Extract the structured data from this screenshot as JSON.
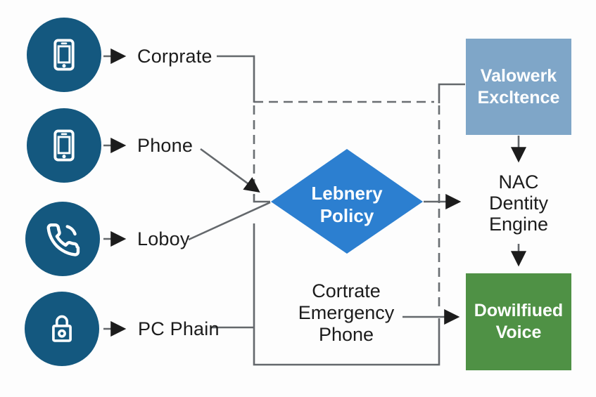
{
  "diagram_title": "",
  "colors": {
    "source_circle": "#14587f",
    "policy_diamond": "#2c7fd0",
    "valowerk_box": "#7fa6c8",
    "voice_box": "#4f9145",
    "connector_gray": "#64686c",
    "dashed_gray": "#6a6e72",
    "arrowhead_black": "#1c1c1c",
    "text_dark": "#1c1c1c",
    "text_light": "#ffffff"
  },
  "sources": [
    {
      "icon": "smartphone-icon",
      "label": "Corprate"
    },
    {
      "icon": "smartphone-icon",
      "label": "Phone"
    },
    {
      "icon": "phone-handset-icon",
      "label": "Loboy"
    },
    {
      "icon": "padlock-icon",
      "label": "PC Phain"
    }
  ],
  "policy_diamond": {
    "lines": [
      "Lebnery",
      "Policy"
    ]
  },
  "valowerk_box": {
    "lines": [
      "Valowerk",
      "Excltence"
    ]
  },
  "nac_engine": {
    "lines": [
      "NAC",
      "Dentity",
      "Engine"
    ]
  },
  "voice_box": {
    "lines": [
      "Dowilfiued",
      "Voice"
    ]
  },
  "emergency_label": {
    "lines": [
      "Cortrate",
      "Emergency",
      "Phone"
    ]
  }
}
